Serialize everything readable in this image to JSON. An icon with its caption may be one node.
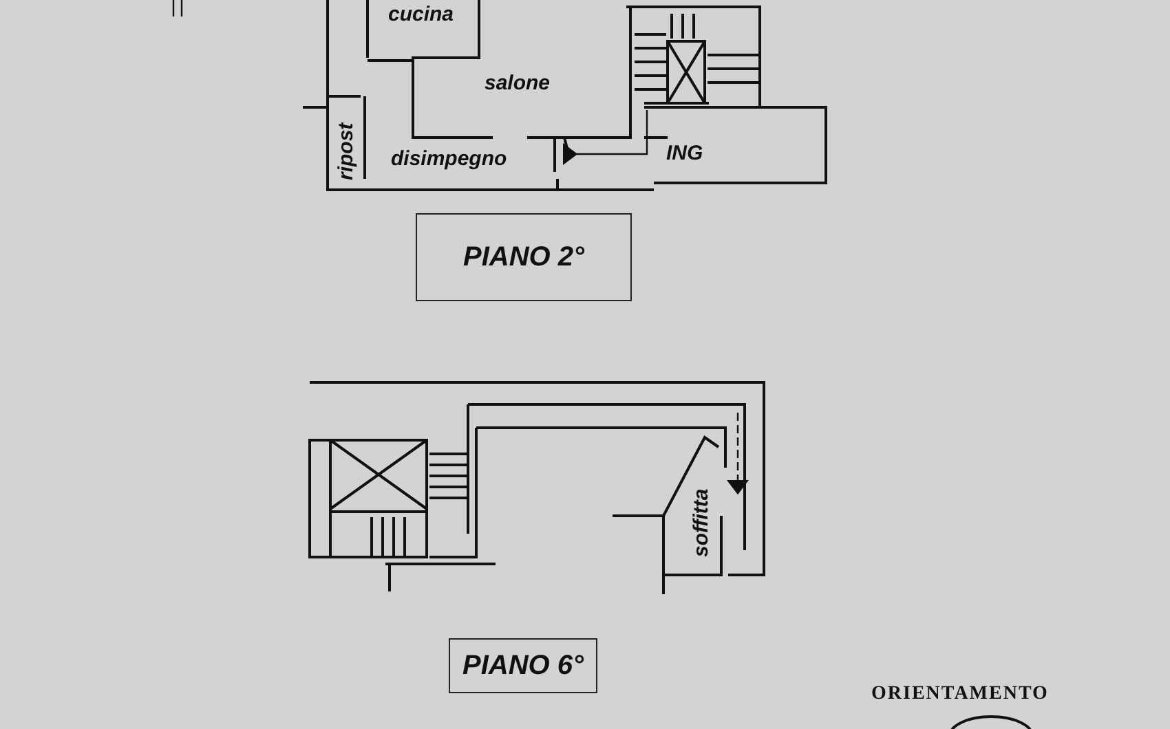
{
  "diagram": {
    "nodes": [
      {
        "text": [
          "cucina"
        ]
      },
      {
        "text": [
          "salone"
        ]
      },
      {
        "text": [
          "ripost"
        ]
      },
      {
        "text": [
          "disimpegno"
        ]
      },
      {
        "text": [
          "ING"
        ]
      },
      {
        "text": [
          "PIANO 2°"
        ]
      },
      {
        "text": [
          "soffitta"
        ]
      },
      {
        "text": [
          "PIANO 6°"
        ]
      }
    ],
    "edges": [],
    "labels": [
      "ORIENTAMENTO"
    ]
  }
}
